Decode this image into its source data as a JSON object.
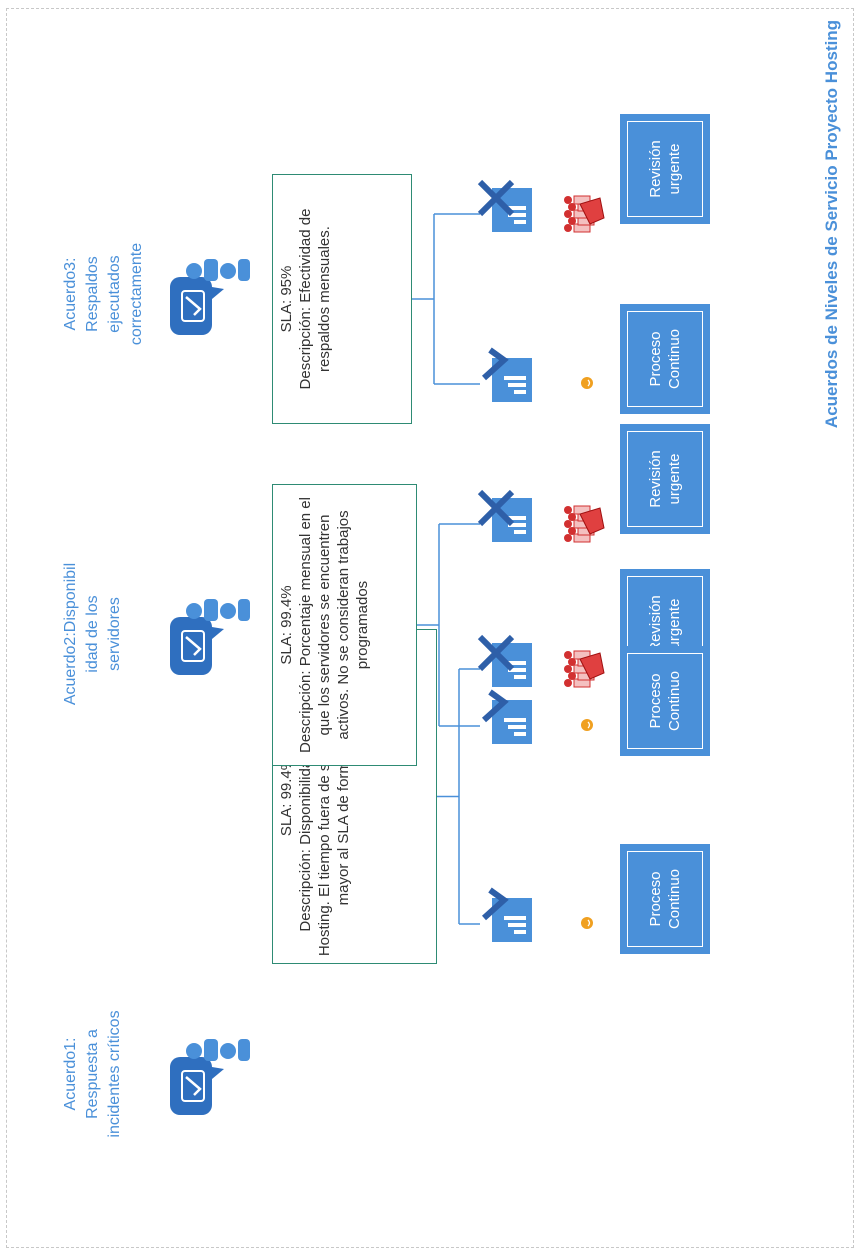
{
  "title": "Acuerdos de Niveles de Servicio Proyecto Hosting",
  "agreements": [
    {
      "label_lines": [
        "Acuerdo1:",
        "Respuesta a",
        "incidentes críticos"
      ],
      "sla_title": "SLA:  99.4%",
      "sla_desc": "Descripción: Disponibilidad del ambiente Hosting.  El tiempo fuera de servicio no debe ser mayor al SLA de forma mensual.",
      "ok_action": "Proceso Continuo",
      "fail_action": "Revisión urgente"
    },
    {
      "label_lines": [
        "Acuerdo2:Disponibil",
        "idad de los",
        "servidores"
      ],
      "sla_title": "SLA:  99.4%",
      "sla_desc": "Descripción:  Porcentaje mensual en el que los servidores se encuentren activos. No se consideran trabajos programados",
      "ok_action": "Proceso Continuo",
      "fail_action": "Revisión urgente"
    },
    {
      "label_lines": [
        "Acuerdo3:",
        "Respaldos",
        "ejecutados",
        "correctamente"
      ],
      "sla_title": "SLA:  95%",
      "sla_desc": "Descripción: Efectividad de respaldos mensuales.",
      "ok_action": "Proceso Continuo",
      "fail_action": "Revisión urgente"
    }
  ],
  "icons": {
    "meeting": "meeting-icon",
    "check_report": "report-check-icon",
    "fail_report": "report-cross-icon",
    "smile": "smiley-icon",
    "alarm": "alarm-people-icon"
  },
  "colors": {
    "accent": "#4a90d9",
    "sla_border": "#2e8b74",
    "connector": "#4a90d9",
    "smiley": "#f0a020",
    "alarm": "#d23030"
  }
}
